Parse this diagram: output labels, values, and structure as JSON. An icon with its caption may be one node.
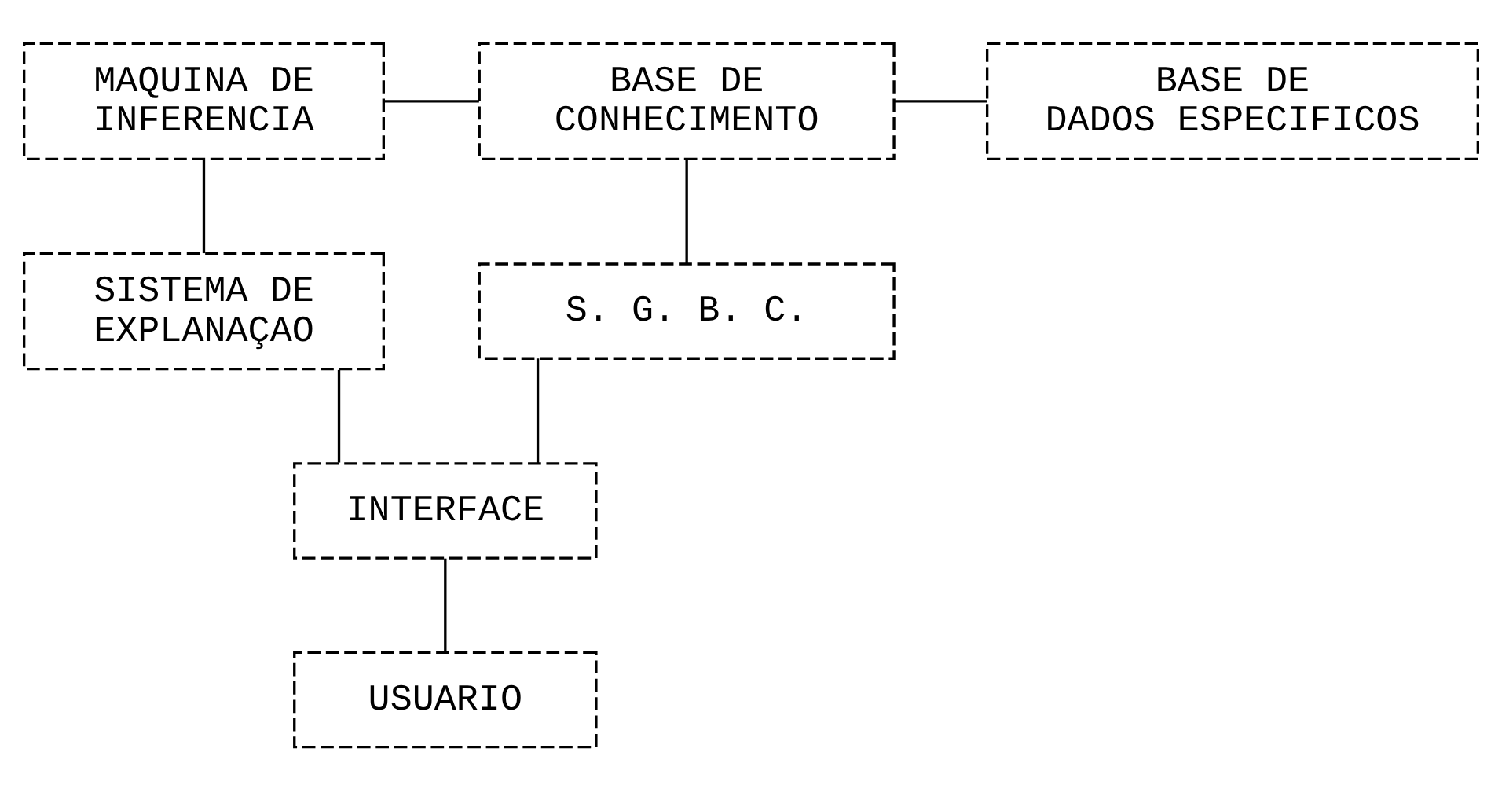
{
  "diagram": {
    "nodes": [
      {
        "text": [
          "MAQUINA DE INFERENCIA"
        ]
      },
      {
        "text": [
          "BASE DE CONHECIMENTO"
        ]
      },
      {
        "text": [
          "BASE DE DADOS ESPECIFICOS"
        ]
      },
      {
        "text": [
          "SISTEMA DE EXPLANAÇAO"
        ]
      },
      {
        "text": [
          "S. G. B. C."
        ]
      },
      {
        "text": [
          "INTERFACE"
        ]
      },
      {
        "text": [
          "USUARIO"
        ]
      }
    ],
    "edges": [
      {
        "from": 0,
        "to": 1,
        "arrow": "none"
      },
      {
        "from": 1,
        "to": 2,
        "arrow": "none"
      },
      {
        "from": 0,
        "to": 3,
        "arrow": "none"
      },
      {
        "from": 1,
        "to": 4,
        "arrow": "none"
      },
      {
        "from": 4,
        "to": 5,
        "arrow": "none"
      },
      {
        "from": 3,
        "to": 5,
        "arrow": "none"
      },
      {
        "from": 5,
        "to": 6,
        "arrow": "none"
      }
    ]
  }
}
